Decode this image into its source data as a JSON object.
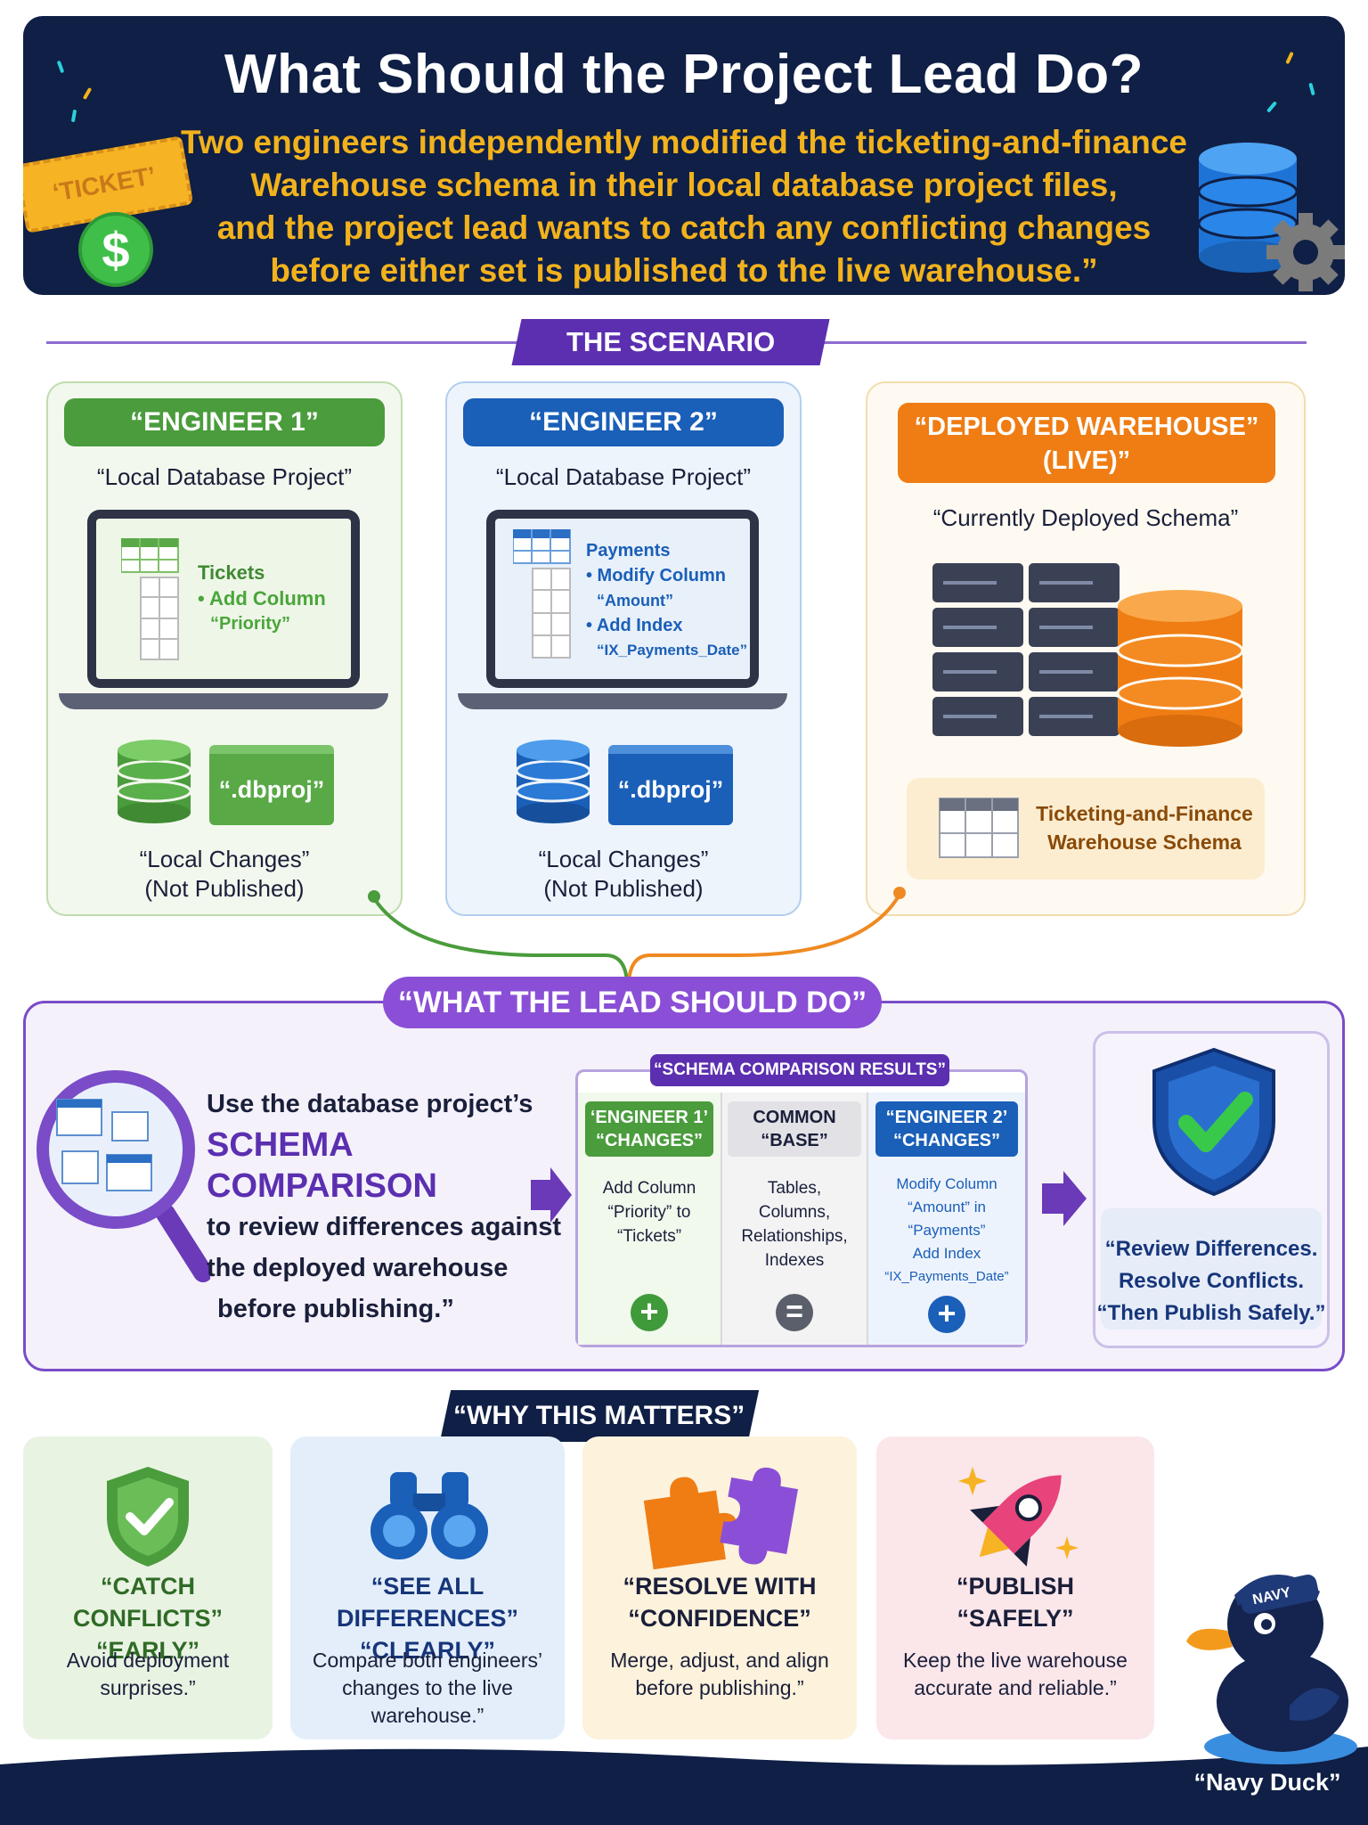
{
  "header": {
    "title": "What Should the Project Lead Do?",
    "subtitle_lines": [
      "Two engineers independently modified the ticketing-and-finance",
      "Warehouse schema in their local database project files,",
      "and the project lead wants to catch any conflicting changes",
      "before either set is published to the live warehouse.”"
    ],
    "ticket_label": "‘TICKET’",
    "dollar_sign": "$"
  },
  "scenario": {
    "tag": "THE SCENARIO",
    "engineer1": {
      "title": "“ENGINEER 1”",
      "subtitle": "“Local Database Project”",
      "screen_lines": [
        "Tickets",
        "• Add Column",
        "“Priority”"
      ],
      "file_label": "“.dbproj”",
      "caption_lines": [
        "“Local Changes”",
        "(Not Published)"
      ]
    },
    "engineer2": {
      "title": "“ENGINEER 2”",
      "subtitle": "“Local Database Project”",
      "screen_lines": [
        "Payments",
        "• Modify Column",
        "“Amount”",
        "• Add Index",
        "“IX_Payments_Date”"
      ],
      "file_label": "“.dbproj”",
      "caption_lines": [
        "“Local Changes”",
        "(Not Published)"
      ]
    },
    "deployed": {
      "title_lines": [
        "“DEPLOYED WAREHOUSE”",
        "(LIVE)”"
      ],
      "subtitle": "“Currently Deployed Schema”",
      "schema_lines": [
        "Ticketing-and-Finance",
        "Warehouse Schema"
      ]
    }
  },
  "lead": {
    "tag": "“WHAT THE LEAD SHOULD DO”",
    "text_1": "Use the database project’s",
    "text_highlight": "SCHEMA COMPARISON",
    "text_2": "to review differences against",
    "text_3": "the deployed warehouse",
    "text_4": "before publishing.”",
    "comparison": {
      "title": "“SCHEMA COMPARISON RESULTS”",
      "columns": [
        {
          "head_lines": [
            "‘ENGINEER 1’",
            "“CHANGES”"
          ],
          "text_lines": [
            "Add Column",
            "“Priority” to",
            "“Tickets”"
          ],
          "symbol": "+",
          "color": "#3f9a3a"
        },
        {
          "head_lines": [
            "COMMON",
            "“BASE”"
          ],
          "text_lines": [
            "Tables,",
            "Columns,",
            "Relationships,",
            "Indexes"
          ],
          "symbol": "=",
          "color": "#5a5f6b"
        },
        {
          "head_lines": [
            "“ENGINEER 2’",
            "“CHANGES”"
          ],
          "text_lines": [
            "Modify Column",
            "“Amount” in",
            "“Payments”",
            "Add Index",
            "“IX_Payments_Date”"
          ],
          "symbol": "+",
          "color": "#1a5fb8"
        }
      ]
    },
    "result_lines": [
      "“Review Differences.",
      "Resolve Conflicts.",
      "“Then Publish Safely.”"
    ]
  },
  "why": {
    "tag": "“WHY THIS MATTERS”",
    "cards": [
      {
        "title_lines": [
          "“CATCH CONFLICTS”",
          "“EARLY”"
        ],
        "text_lines": [
          "Avoid deployment",
          "surprises.”"
        ],
        "bg": "#e9f3e2",
        "title_color": "#2f6b26"
      },
      {
        "title_lines": [
          "“SEE ALL DIFFERENCES”",
          "“CLEARLY”"
        ],
        "text_lines": [
          "Compare both engineers’",
          "changes to the live",
          "warehouse.”"
        ],
        "bg": "#e3eefa",
        "title_color": "#16357a"
      },
      {
        "title_lines": [
          "“RESOLVE WITH",
          "“CONFIDENCE”"
        ],
        "text_lines": [
          "Merge, adjust, and align",
          "before publishing.”"
        ],
        "bg": "#fdf2dc",
        "title_color": "#1a1f3a"
      },
      {
        "title_lines": [
          "“PUBLISH",
          "“SAFELY”"
        ],
        "text_lines": [
          "Keep the live warehouse",
          "accurate and reliable.”"
        ],
        "bg": "#fbe6ea",
        "title_color": "#1a1f3a"
      }
    ]
  },
  "mascot": {
    "hat_label": "NAVY",
    "name": "“Navy Duck”"
  }
}
